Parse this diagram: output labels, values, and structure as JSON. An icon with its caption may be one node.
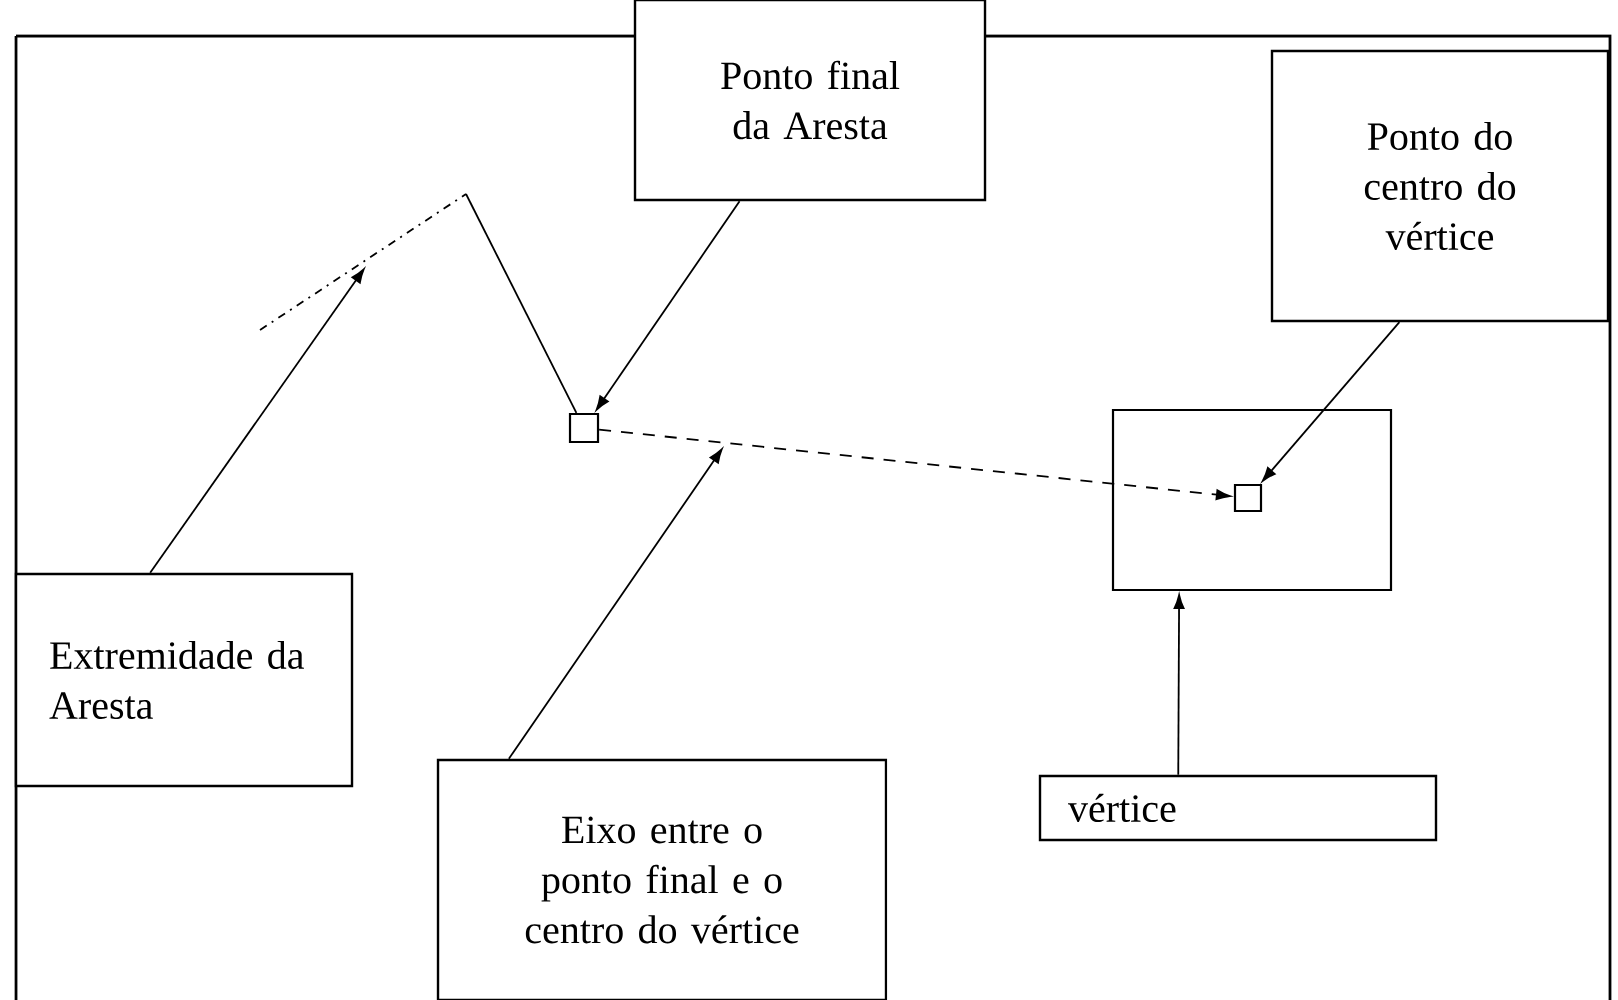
{
  "diagram": {
    "nodes": [
      {
        "text": [
          "Ponto final da Aresta"
        ]
      },
      {
        "text": [
          "Ponto do centro do vértice"
        ]
      },
      {
        "text": [
          "Extremidade da Aresta"
        ]
      },
      {
        "text": [
          "Eixo entre o ponto final e o centro do vértice"
        ]
      },
      {
        "text": [
          "vértice"
        ]
      },
      {
        "text": [],
        "shape": "box"
      },
      {
        "text": [],
        "shape": "box",
        "in": 7
      },
      {
        "text": [],
        "shape": "box"
      }
    ],
    "edges": [
      {
        "from": 0,
        "to": 5,
        "arrow": "to"
      },
      {
        "from": 1,
        "to": 6,
        "arrow": "to"
      },
      {
        "from": 2,
        "to": null,
        "arrow": "to"
      },
      {
        "from": 3,
        "to": null,
        "arrow": "to"
      },
      {
        "from": 4,
        "to": 7,
        "arrow": "to"
      },
      {
        "from": 5,
        "to": 6,
        "arrow": "to",
        "style": "dashed"
      },
      {
        "from": null,
        "to": 5,
        "arrow": "none"
      }
    ]
  }
}
